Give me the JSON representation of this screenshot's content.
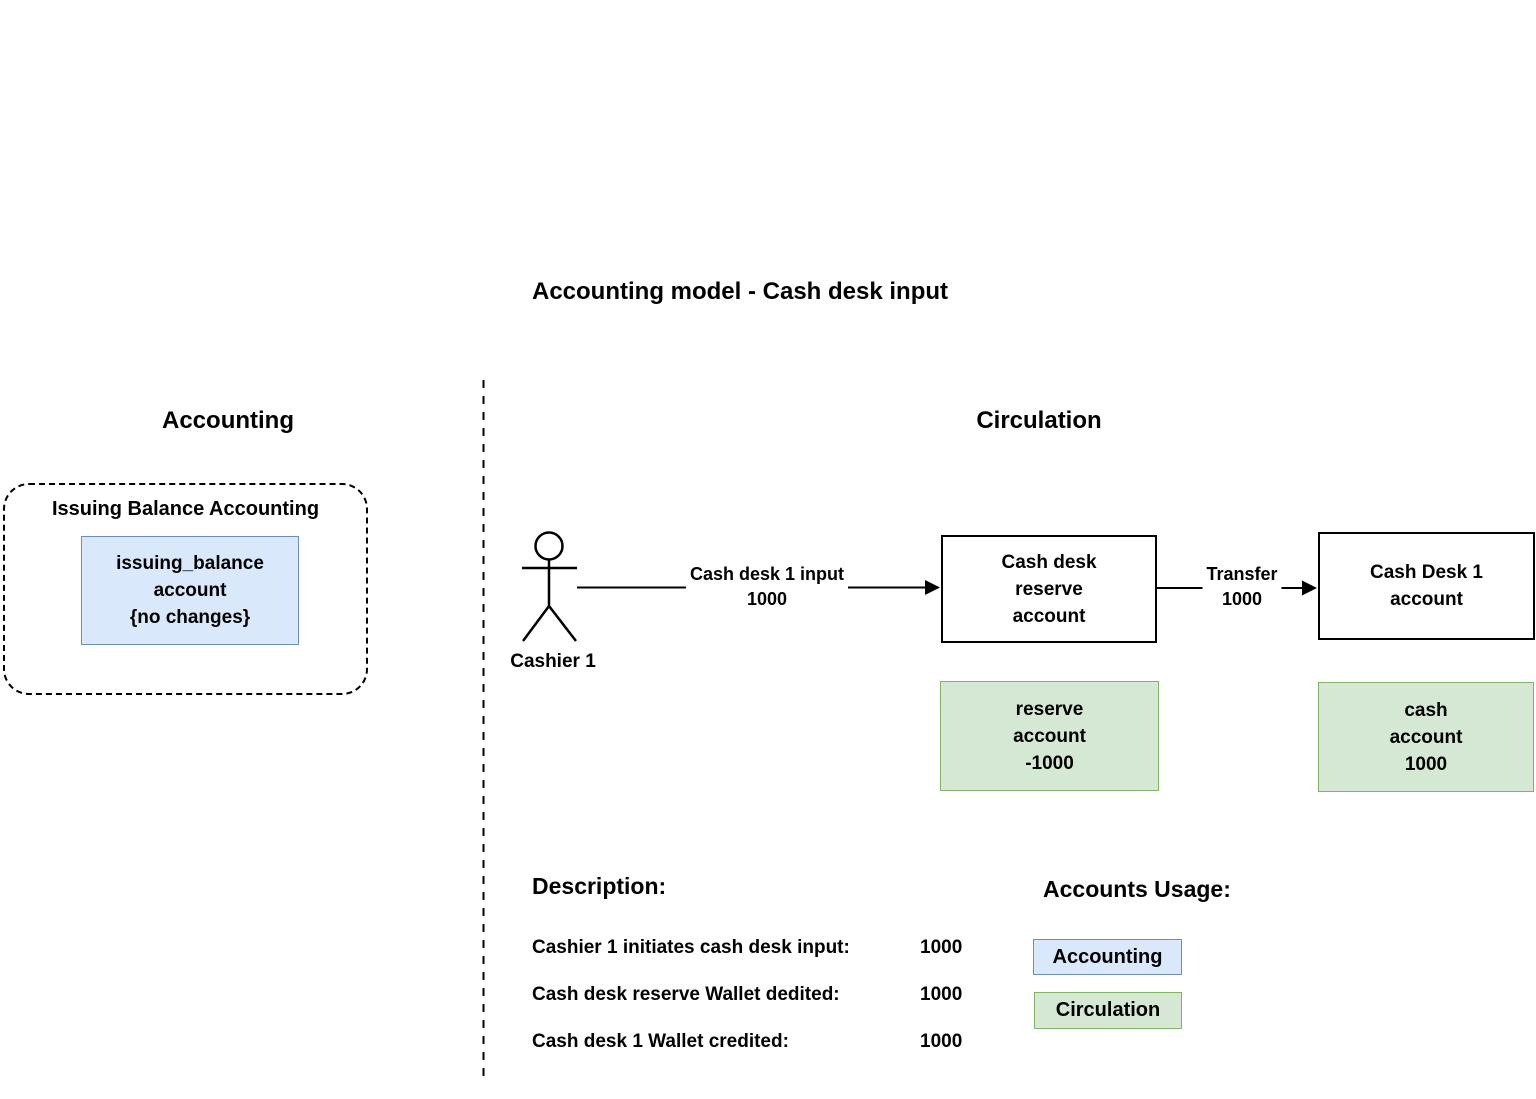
{
  "title": "Accounting model - Cash desk input",
  "sections": {
    "accounting": {
      "header": "Accounting",
      "group_label": "Issuing Balance Accounting",
      "issuing_box": "issuing_balance\naccount\n{no changes}"
    },
    "circulation": {
      "header": "Circulation",
      "actor": "Cashier 1",
      "flow1_label": "Cash desk 1 input",
      "flow1_value": "1000",
      "reserve_box": "Cash desk\nreserve\naccount",
      "transfer_label": "Transfer",
      "transfer_value": "1000",
      "cashdesk_box": "Cash Desk 1\naccount",
      "reserve_result": "reserve\naccount\n-1000",
      "cash_result": "cash\naccount\n1000"
    }
  },
  "description": {
    "heading": "Description:",
    "rows": [
      {
        "label": "Cashier 1 initiates cash desk input:",
        "value": "1000"
      },
      {
        "label": "Cash desk reserve Wallet dedited:",
        "value": "1000"
      },
      {
        "label": "Cash desk 1 Wallet credited:",
        "value": "1000"
      }
    ]
  },
  "accounts_usage": {
    "heading": "Accounts Usage:",
    "legend": [
      {
        "label": "Accounting"
      },
      {
        "label": "Circulation"
      }
    ]
  },
  "colors": {
    "accounting_fill": "#dae8fc",
    "accounting_border": "#6c8ebf",
    "circulation_fill": "#d5e8d4",
    "circulation_border": "#82b366"
  }
}
